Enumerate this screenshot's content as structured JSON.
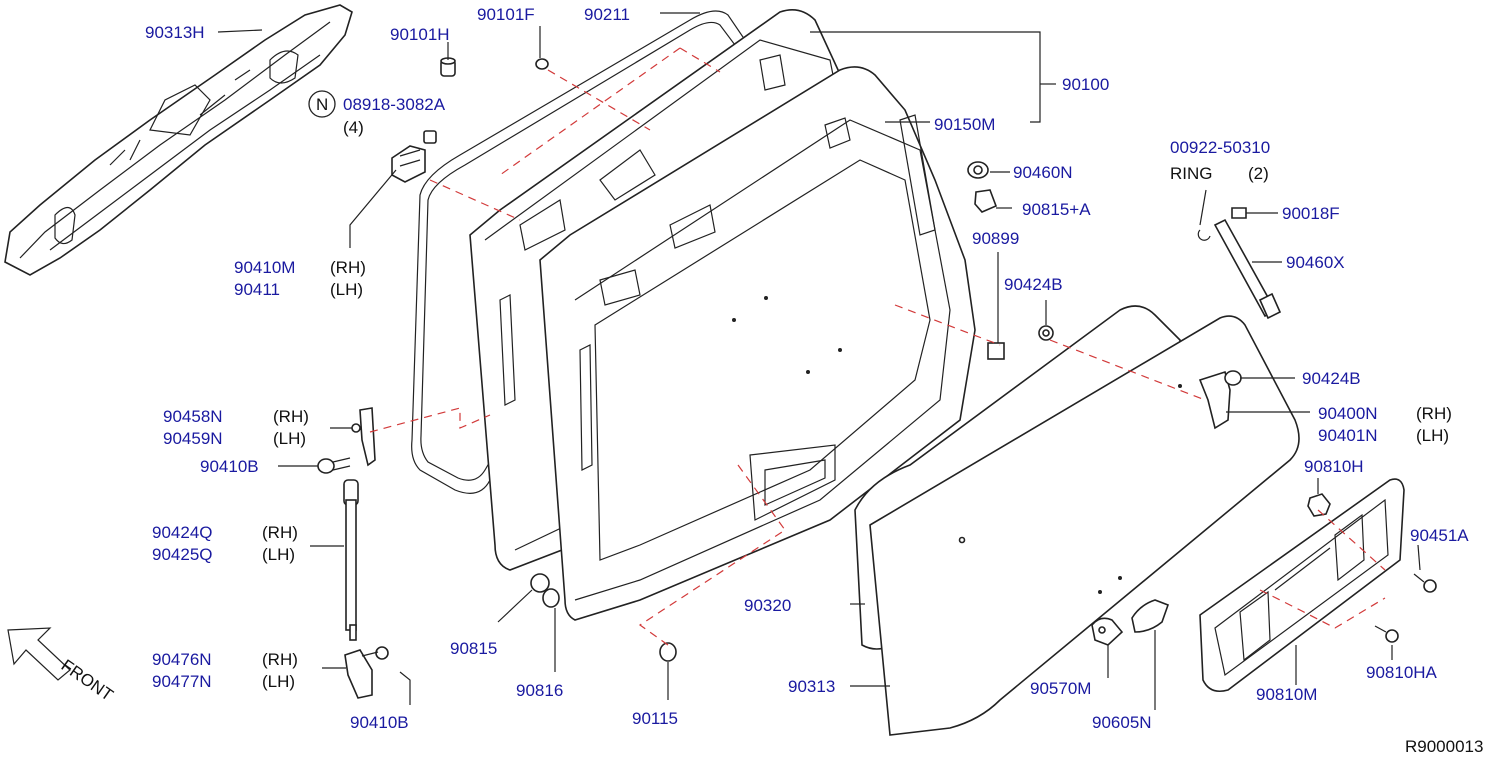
{
  "diagram_code": "R9000013",
  "direction_label": "FRONT",
  "n_symbol": "N",
  "parts": {
    "p90313H": "90313H",
    "p90101H": "90101H",
    "p90101F": "90101F",
    "p90211": "90211",
    "p90100": "90100",
    "p08918": "08918-3082A",
    "p08918_qty": "(4)",
    "p90150M": "90150M",
    "p00922": "00922-50310",
    "ring": "RING",
    "ring_qty": "(2)",
    "p90460N": "90460N",
    "p90815A": "90815+A",
    "p90018F": "90018F",
    "p90899": "90899",
    "p90460X": "90460X",
    "p90410M": "90410M",
    "p90411": "90411",
    "p90424B_1": "90424B",
    "p90424B_2": "90424B",
    "p90400N": "90400N",
    "p90401N": "90401N",
    "p90458N": "90458N",
    "p90459N": "90459N",
    "p90410B_1": "90410B",
    "p90810H": "90810H",
    "p90424Q": "90424Q",
    "p90425Q": "90425Q",
    "p90451A": "90451A",
    "p90320": "90320",
    "p90815": "90815",
    "p90476N": "90476N",
    "p90477N": "90477N",
    "p90810HA": "90810HA",
    "p90816": "90816",
    "p90313": "90313",
    "p90570M": "90570M",
    "p90810M": "90810M",
    "p90410B_2": "90410B",
    "p90115": "90115",
    "p90605N": "90605N"
  },
  "side": {
    "rh": "(RH)",
    "lh": "(LH)"
  },
  "colors": {
    "part_number": "#1a1aa0",
    "line": "#222222",
    "dashed_guide": "#d23a3a"
  }
}
